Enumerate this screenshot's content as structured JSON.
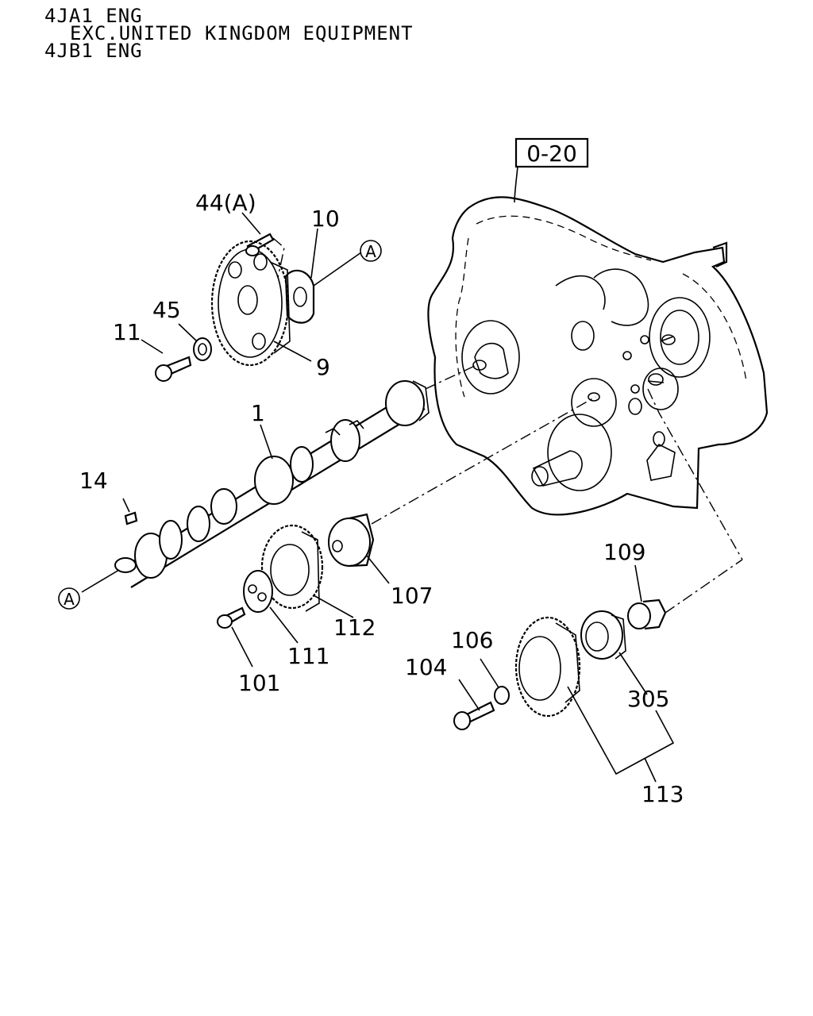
{
  "header": {
    "line1": "4JA1 ENG",
    "line2": "EXC.UNITED KINGDOM EQUIPMENT",
    "line3": "4JB1 ENG"
  },
  "reference_box": "0-20",
  "callouts": {
    "p1": "1",
    "p9": "9",
    "p10": "10",
    "p11": "11",
    "p14": "14",
    "p44": "44(A)",
    "p45": "45",
    "p101": "101",
    "p104": "104",
    "p106": "106",
    "p107": "107",
    "p109": "109",
    "p111": "111",
    "p112": "112",
    "p113": "113",
    "p305": "305",
    "markerA": "A",
    "markerA2": "A"
  }
}
